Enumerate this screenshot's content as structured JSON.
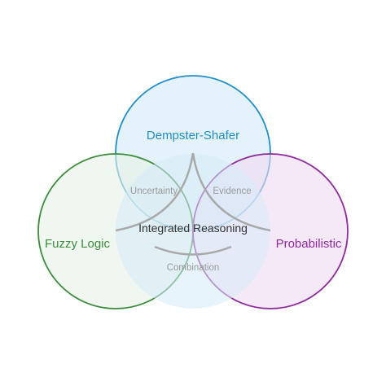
{
  "diagram": {
    "type": "venn",
    "sets": {
      "dempster_shafer": {
        "label": "Dempster-Shafer",
        "stroke": "#1f8ec7",
        "fill": "#dbeff9"
      },
      "fuzzy_logic": {
        "label": "Fuzzy Logic",
        "stroke": "#3c8c3c",
        "fill": "#e6f2e6"
      },
      "probabilistic": {
        "label": "Probabilistic",
        "stroke": "#8e2a9e",
        "fill": "#efdaf2"
      }
    },
    "overlaps": {
      "uncertainty": "Uncertainty",
      "evidence": "Evidence",
      "combination": "Combination"
    },
    "center": "Integrated Reasoning",
    "connector_color": "#a9a9a9"
  }
}
